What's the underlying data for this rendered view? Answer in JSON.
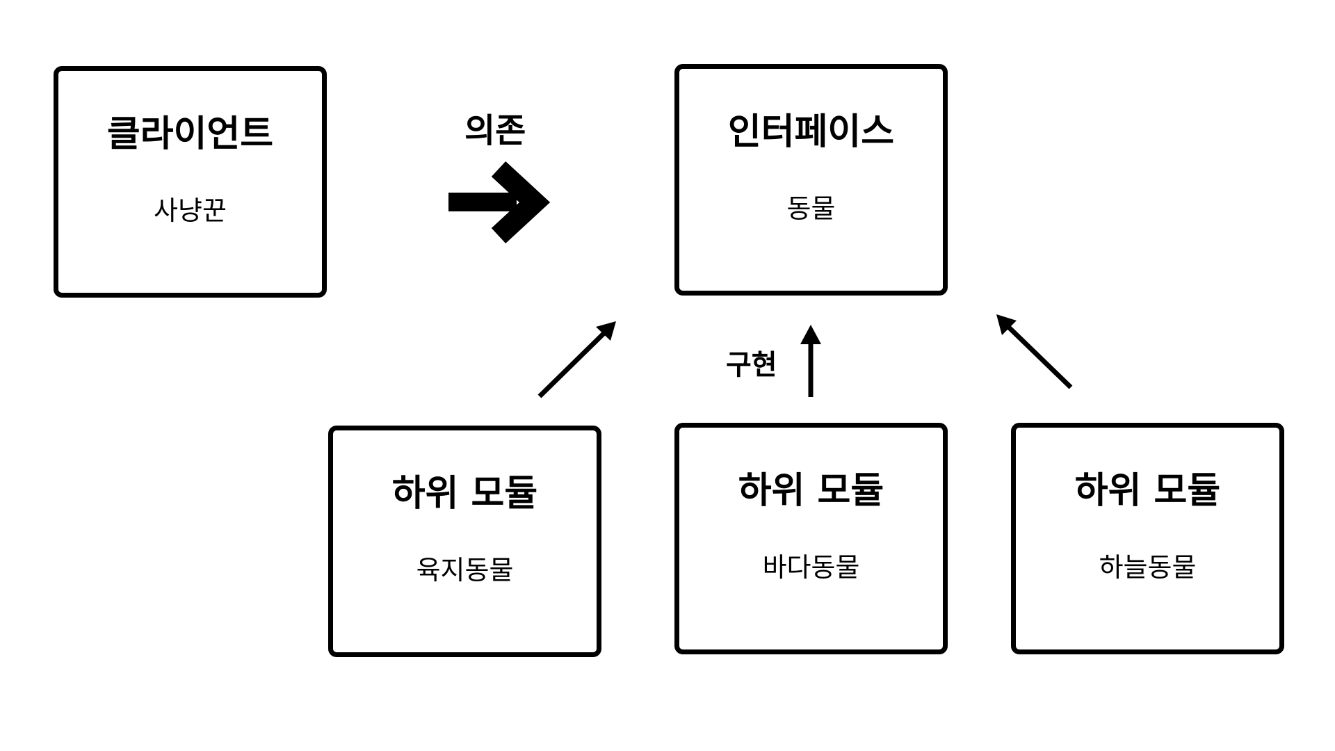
{
  "nodes": {
    "client": {
      "title": "클라이언트",
      "subtitle": "사냥꾼"
    },
    "interface": {
      "title": "인터페이스",
      "subtitle": "동물"
    },
    "module_land": {
      "title": "하위 모듈",
      "subtitle": "육지동물"
    },
    "module_sea": {
      "title": "하위 모듈",
      "subtitle": "바다동물"
    },
    "module_sky": {
      "title": "하위 모듈",
      "subtitle": "하늘동물"
    }
  },
  "edges": {
    "dependency_label": "의존",
    "implementation_label": "구현"
  },
  "colors": {
    "stroke": "#000000",
    "background": "#ffffff"
  }
}
